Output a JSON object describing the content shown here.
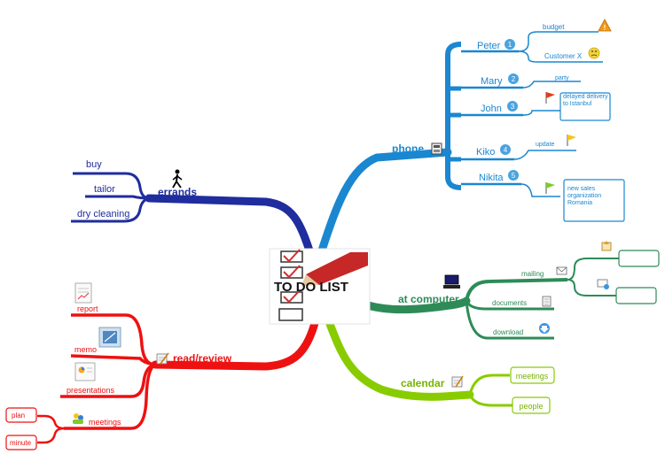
{
  "center": {
    "title": "TO DO LIST"
  },
  "branches": {
    "phone": {
      "label": "phone",
      "people": [
        {
          "name": "Peter",
          "num": "1",
          "items": [
            "budget",
            "Customer X"
          ]
        },
        {
          "name": "Mary",
          "num": "2",
          "items": [
            "party"
          ]
        },
        {
          "name": "John",
          "num": "3",
          "items": [
            "delayed delivery to Istanbul"
          ]
        },
        {
          "name": "Kiko",
          "num": "4",
          "items": [
            "update"
          ]
        },
        {
          "name": "Nikita",
          "num": "5",
          "items": [
            "new sales organization Romania"
          ]
        }
      ]
    },
    "at_computer": {
      "label": "at computer",
      "items": [
        "mailing",
        "documents",
        "download"
      ]
    },
    "calendar": {
      "label": "calendar",
      "items": [
        "meetings",
        "people"
      ]
    },
    "errands": {
      "label": "errands",
      "items": [
        "buy",
        "tailor",
        "dry cleaning"
      ]
    },
    "read_review": {
      "label": "read/review",
      "items": [
        "report",
        "memo",
        "presentations",
        "meetings"
      ],
      "meetings_items": [
        "plan",
        "minute"
      ]
    }
  },
  "colors": {
    "phone": "#1a87d0",
    "at_computer": "#2e8b57",
    "calendar": "#88cc00",
    "errands": "#1f2d9e",
    "read_review": "#ee1111",
    "num_badge": "#4aa3df"
  },
  "icons": [
    "phone-icon",
    "computer-icon",
    "calendar-icon",
    "walking-person-icon",
    "read-review-icon",
    "meetings-icon",
    "warning-icon",
    "sad-face-icon",
    "red-flag-icon",
    "yellow-flag-icon",
    "green-flag-icon",
    "mail-icon",
    "document-icon",
    "download-icon",
    "report-icon",
    "memo-icon",
    "presentation-icon"
  ]
}
